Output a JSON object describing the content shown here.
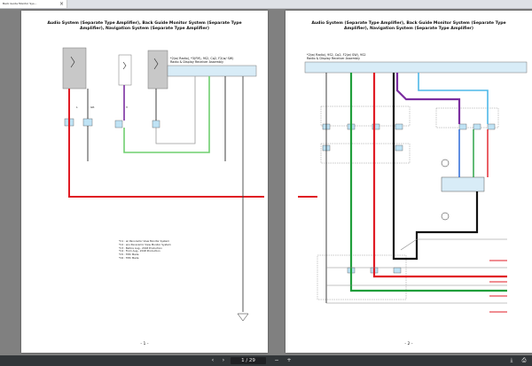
{
  "tab": {
    "title": "Back Guide Monitor Sys...",
    "close": "×"
  },
  "page1": {
    "title": "Audio System (Separate Type Amplifier), Back Guide Monitor System (Separate Type Amplifier), Navigation System (Separate Type Amplifier)",
    "header": "*2(w/ Radio), *3(FM), 9S2, Cq2, F2(w/ SW)\nRadio & Display Receiver Assembly",
    "page_number": "- 1 -",
    "notes": [
      "*C1 : w/ Panoramic View Monitor System",
      "*C2 : w/o Panoramic View Monitor System",
      "*C3 : Before Aug., 2018 Production",
      "*C4 : From Aug., 2018 Production",
      "*C5 : TMC Made",
      "*C6 : TMC Made"
    ]
  },
  "page2": {
    "title": "Audio System (Separate Type Amplifier), Back Guide Monitor System (Separate Type Amplifier), Navigation System (Separate Type Amplifier)",
    "header": "*2(w/ Radio), 9S2, Cq2, F2(w/ SW), 9S2\nRadio & Display Receiver Assembly",
    "page_number": "- 2 -"
  },
  "toolbar": {
    "current_page": "1",
    "total_pages": "/ 29",
    "zoom_out": "−",
    "zoom_in": "+",
    "prev": "‹",
    "next": "›"
  },
  "colors": {
    "red": "#e01b24",
    "green": "#1f9e3b",
    "purple": "#7b2ea0",
    "black": "#111111",
    "lightblue": "#4fb8e8",
    "blue": "#1c5fd6",
    "lightgreen": "#6fcf6f"
  }
}
